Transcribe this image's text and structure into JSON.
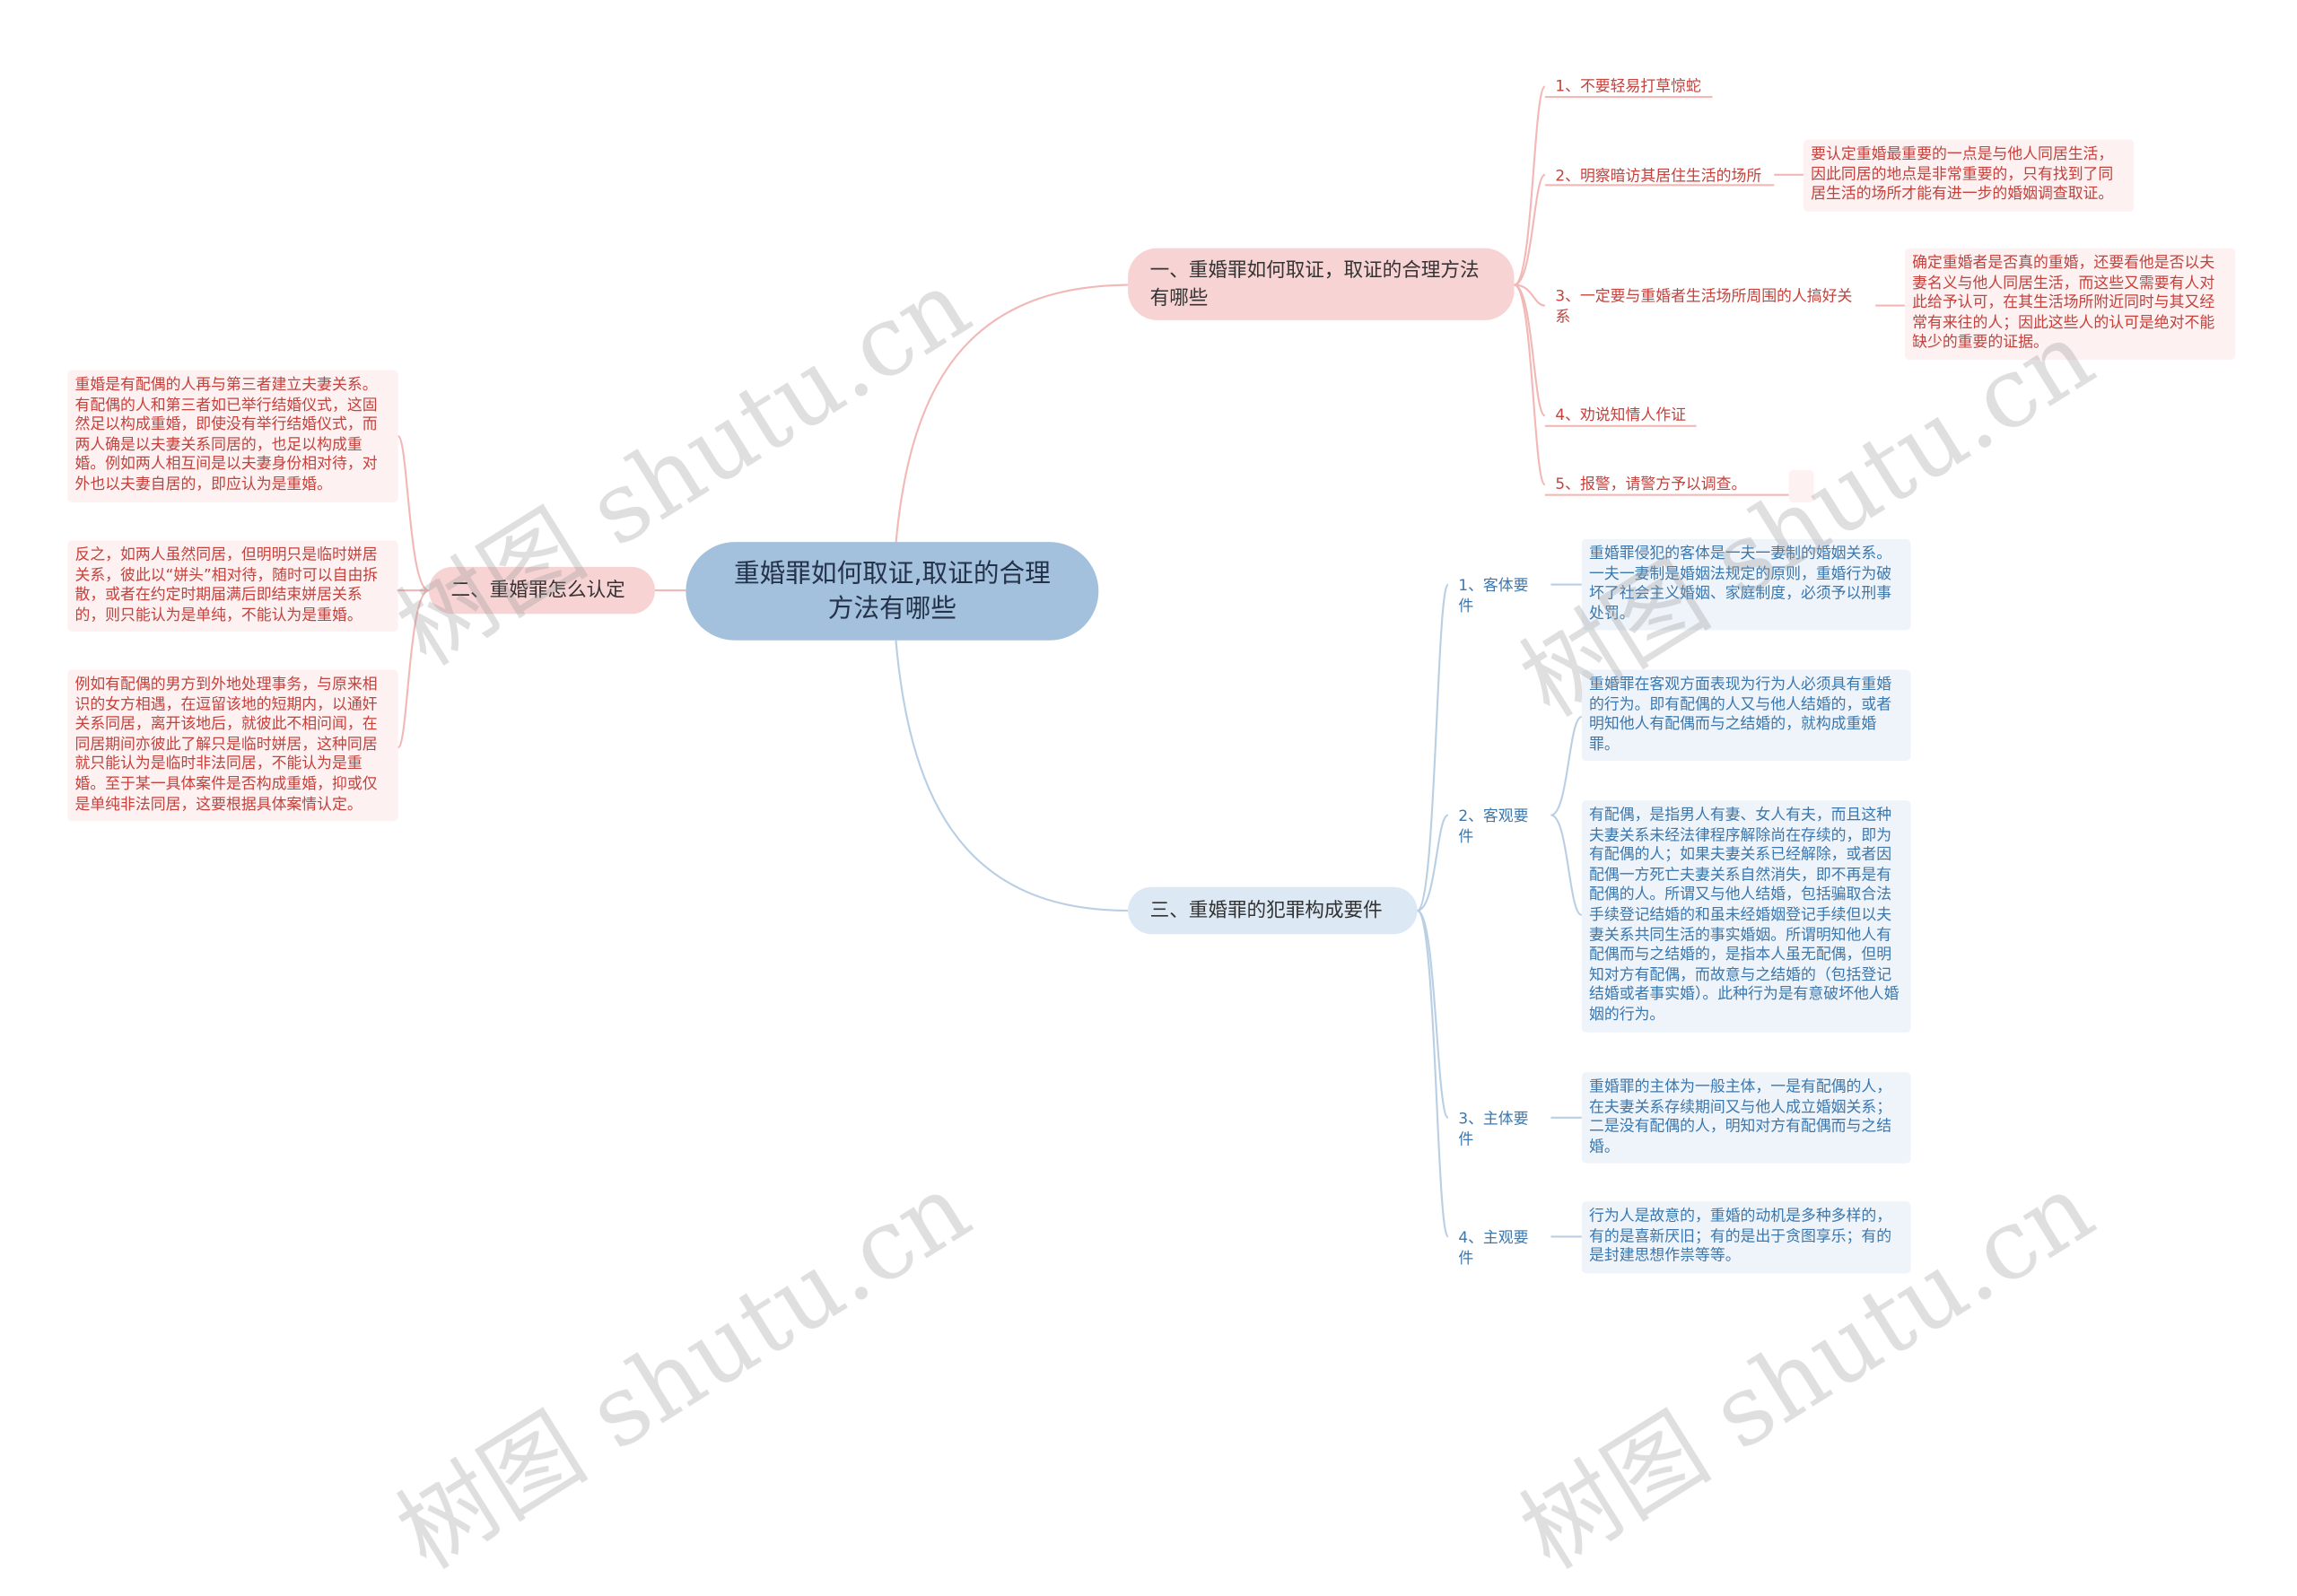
{
  "root": "重婚罪如何取证,取证的合理方法有哪些",
  "branch1": {
    "title": "一、重婚罪如何取证，取证的合理方法有哪些",
    "items": [
      {
        "label": "1、不要轻易打草惊蛇",
        "detail": ""
      },
      {
        "label": "2、明察暗访其居住生活的场所",
        "detail": "要认定重婚最重要的一点是与他人同居生活，因此同居的地点是非常重要的，只有找到了同居生活的场所才能有进一步的婚姻调查取证。"
      },
      {
        "label": "3、一定要与重婚者生活场所周围的人搞好关系",
        "detail": "确定重婚者是否真的重婚，还要看他是否以夫妻名义与他人同居生活，而这些又需要有人对此给予认可，在其生活场所附近同时与其又经常有来往的人；因此这些人的认可是绝对不能缺少的重要的证据。"
      },
      {
        "label": "4、劝说知情人作证",
        "detail": ""
      },
      {
        "label": "5、报警，请警方予以调查。",
        "detail": ""
      }
    ]
  },
  "branch2": {
    "title": "二、重婚罪怎么认定",
    "details": [
      "重婚是有配偶的人再与第三者建立夫妻关系。有配偶的人和第三者如已举行结婚仪式，这固然足以构成重婚，即使没有举行结婚仪式，而两人确是以夫妻关系同居的，也足以构成重婚。例如两人相互间是以夫妻身份相对待，对外也以夫妻自居的，即应认为是重婚。",
      "反之，如两人虽然同居，但明明只是临时姘居关系，彼此以“姘头”相对待，随时可以自由拆散，或者在约定时期届满后即结束姘居关系的，则只能认为是单纯，不能认为是重婚。",
      "例如有配偶的男方到外地处理事务，与原来相识的女方相遇，在逗留该地的短期内，以通奸关系同居，离开该地后，就彼此不相问闻，在同居期间亦彼此了解只是临时姘居，这种同居就只能认为是临时非法同居，不能认为是重婚。至于某一具体案件是否构成重婚，抑或仅是单纯非法同居，这要根据具体案情认定。"
    ]
  },
  "branch3": {
    "title": "三、重婚罪的犯罪构成要件",
    "items": [
      {
        "label": "1、客体要件",
        "details": [
          "重婚罪侵犯的客体是一夫一妻制的婚姻关系。一夫一妻制是婚姻法规定的原则，重婚行为破坏了社会主义婚姻、家庭制度，必须予以刑事处罚。"
        ]
      },
      {
        "label": "2、客观要件",
        "details": [
          "重婚罪在客观方面表现为行为人必须具有重婚的行为。即有配偶的人又与他人结婚的，或者明知他人有配偶而与之结婚的，就构成重婚罪。",
          "有配偶，是指男人有妻、女人有夫，而且这种夫妻关系未经法律程序解除尚在存续的，即为有配偶的人；如果夫妻关系已经解除，或者因配偶一方死亡夫妻关系自然消失，即不再是有配偶的人。所谓又与他人结婚，包括骗取合法手续登记结婚的和虽未经婚姻登记手续但以夫妻关系共同生活的事实婚姻。所谓明知他人有配偶而与之结婚的，是指本人虽无配偶，但明知对方有配偶，而故意与之结婚的（包括登记结婚或者事实婚）。此种行为是有意破坏他人婚姻的行为。"
        ]
      },
      {
        "label": "3、主体要件",
        "details": [
          "重婚罪的主体为一般主体，一是有配偶的人，在夫妻关系存续期间又与他人成立婚姻关系；二是没有配偶的人，明知对方有配偶而与之结婚。"
        ]
      },
      {
        "label": "4、主观要件",
        "details": [
          "行为人是故意的，重婚的动机是多种多样的，有的是喜新厌旧；有的是出于贪图享乐；有的是封建思想作祟等等。"
        ]
      }
    ]
  },
  "watermark": "树图 shutu.cn",
  "colors": {
    "root": "#a3c0dc",
    "red_pill": "#f7d3d4",
    "blue_pill": "#dce8f3",
    "red_text": "#c4413c",
    "blue_text": "#3b77ad",
    "red_line": "#f2b8b6",
    "blue_line": "#b9cfe3"
  }
}
